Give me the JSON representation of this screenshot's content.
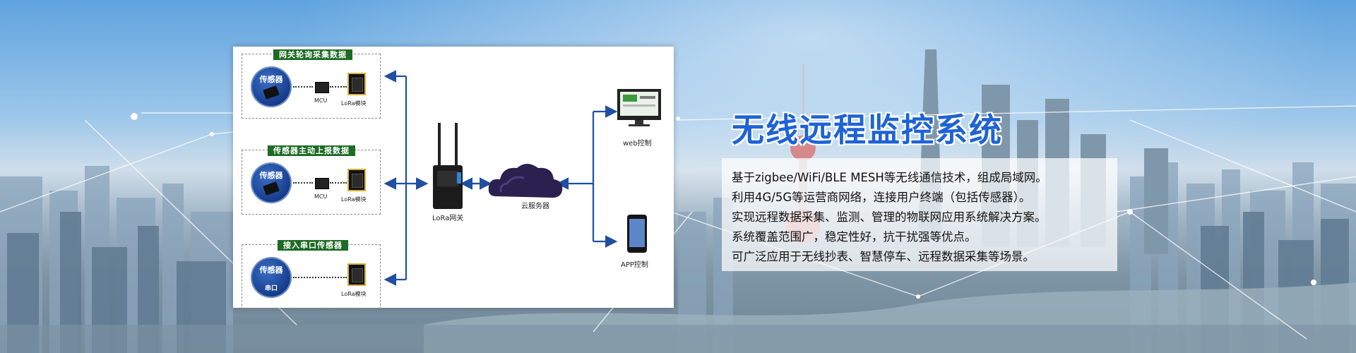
{
  "headline": "无线远程监控系统",
  "description": [
    "基于zigbee/WiFi/BLE MESH等无线通信技术，组成局域网。",
    "利用4G/5G等运营商网络，连接用户终端（包括传感器）。",
    "实现远程数据采集、监测、管理的物联网应用系统解决方案。",
    "系统覆盖范围广，稳定性好，抗干扰强等优点。",
    "可广泛应用于无线抄表、智慧停车、远程数据采集等场景。"
  ],
  "diagram": {
    "groups": [
      {
        "title": "网关轮询采集数据",
        "sensor": "传感器",
        "sensor_sub": "",
        "mcu": "MCU",
        "module": "LoRa模块"
      },
      {
        "title": "传感器主动上报数据",
        "sensor": "传感器",
        "sensor_sub": "",
        "mcu": "MCU",
        "module": "LoRa模块"
      },
      {
        "title": "接入串口传感器",
        "sensor": "传感器",
        "sensor_sub": "串口",
        "mcu": "",
        "module": "LoRa模块"
      }
    ],
    "gateway_label": "LoRa网关",
    "cloud_label": "云服务器",
    "web_label": "web控制",
    "app_label": "APP控制"
  },
  "colors": {
    "headline": "#1e63d6",
    "group_title_bg": "#1d6b24",
    "arrow": "#1f4fa0",
    "sensor": "#143a8a"
  }
}
